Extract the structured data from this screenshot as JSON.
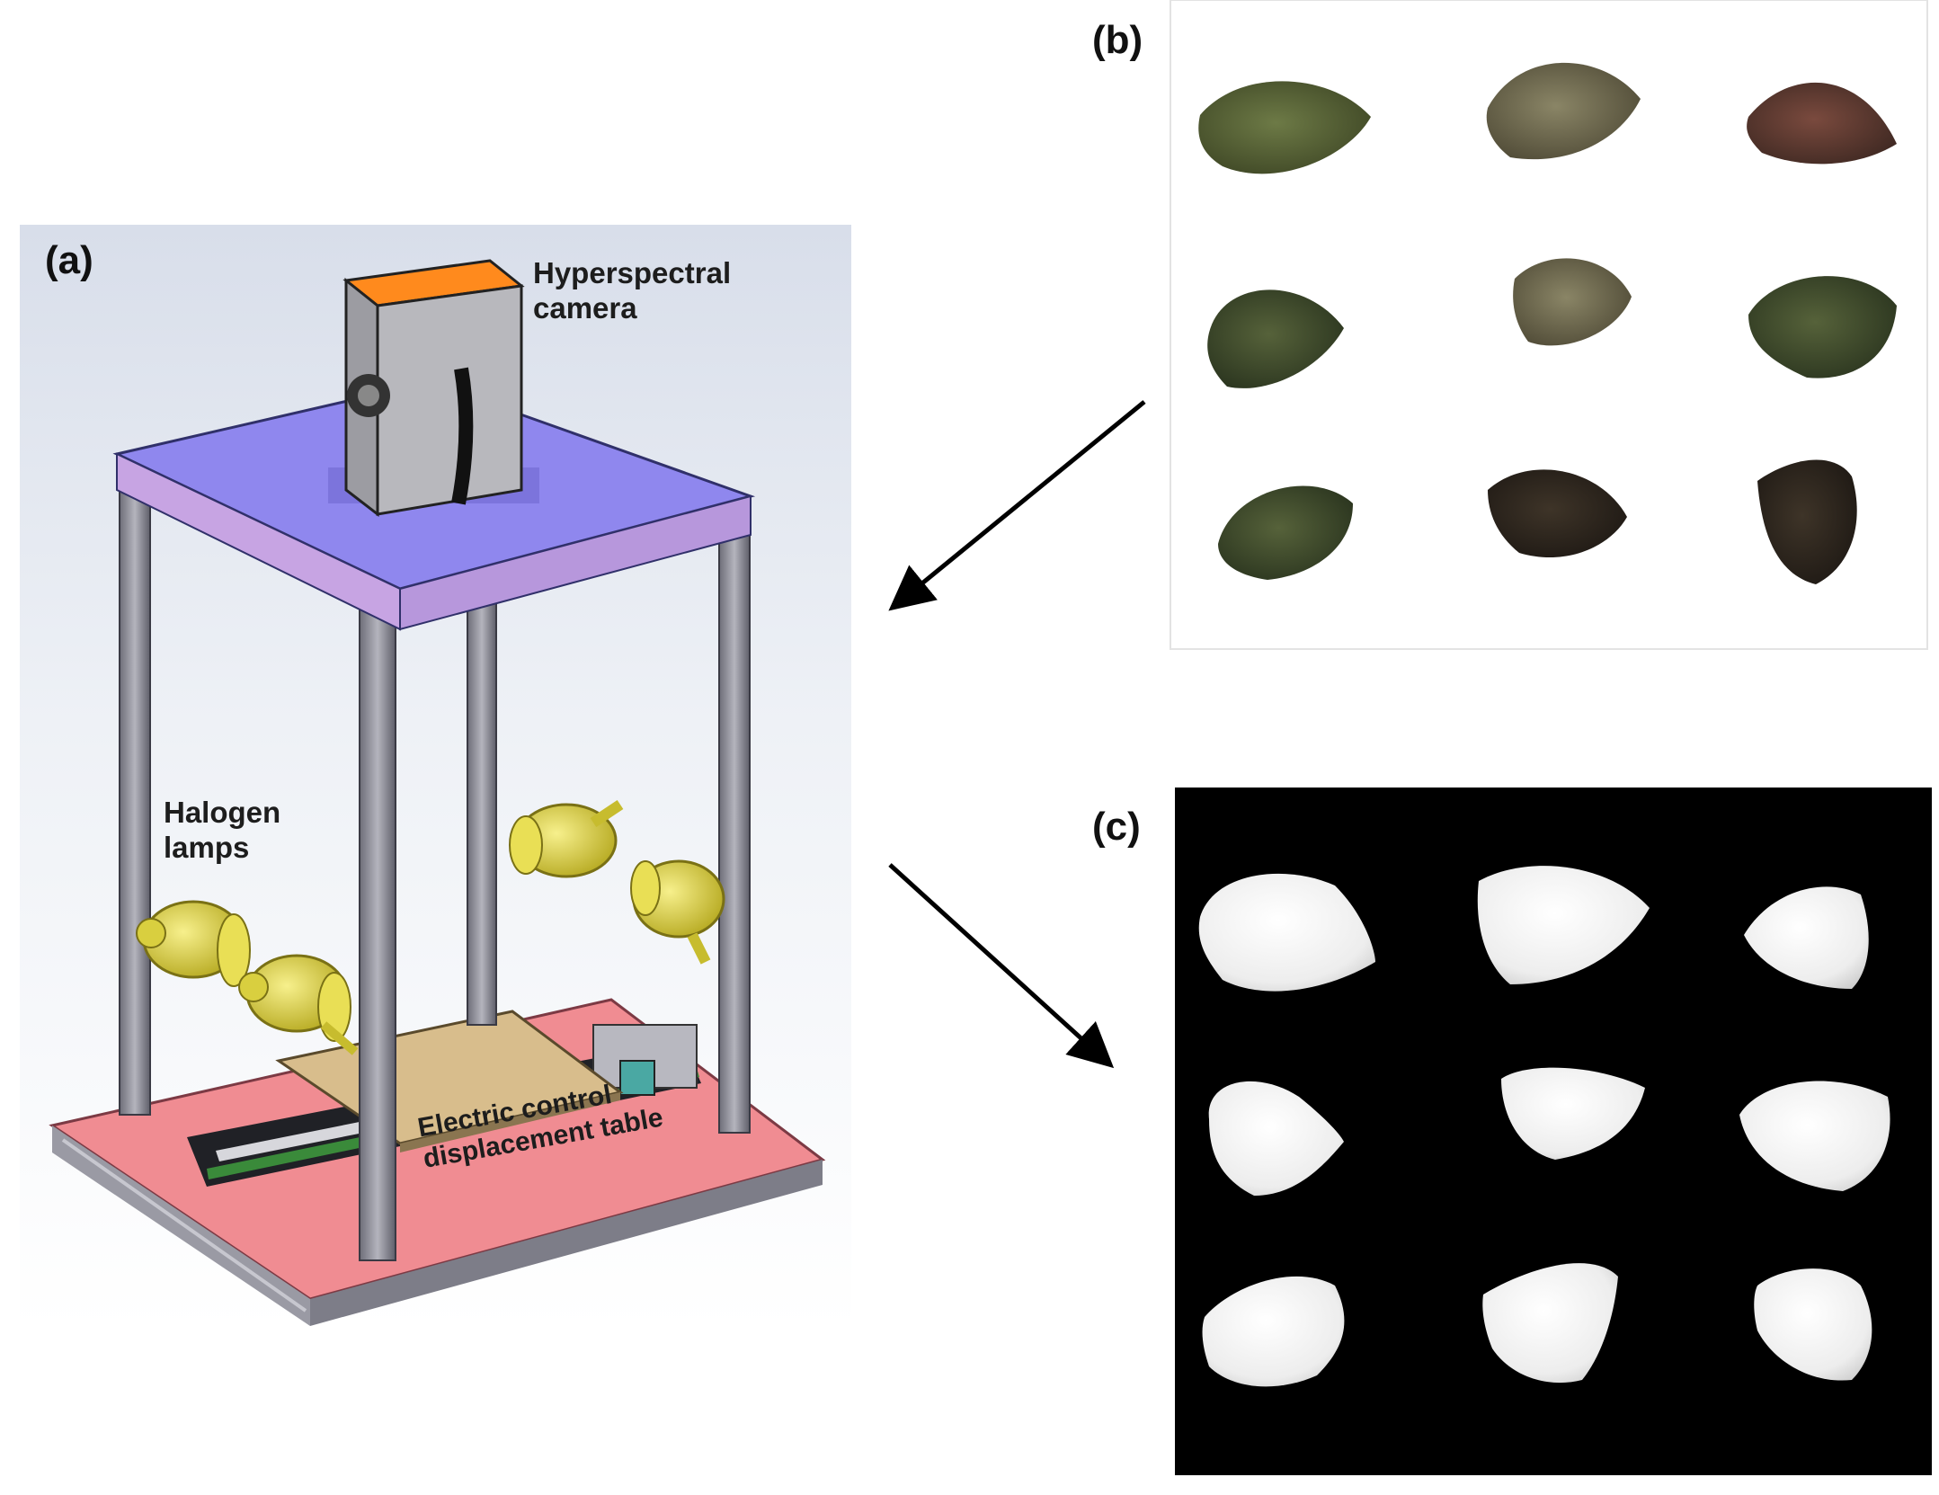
{
  "panels": {
    "a": {
      "label": "(a)",
      "callouts": {
        "camera_line1": "Hyperspectral",
        "camera_line2": "camera",
        "lamps_line1": "Halogen",
        "lamps_line2": "lamps",
        "table_line1": "Electric control",
        "table_line2": "displacement table"
      }
    },
    "b": {
      "label": "(b)"
    },
    "c": {
      "label": "(c)"
    }
  },
  "colors": {
    "top_plate": "#8f87ee",
    "base_plate": "#f08c92",
    "camera_top": "#ff8a1d",
    "camera_body": "#a9a9a9",
    "frame": "#8c8c96",
    "lamp": "#e2d63a"
  }
}
